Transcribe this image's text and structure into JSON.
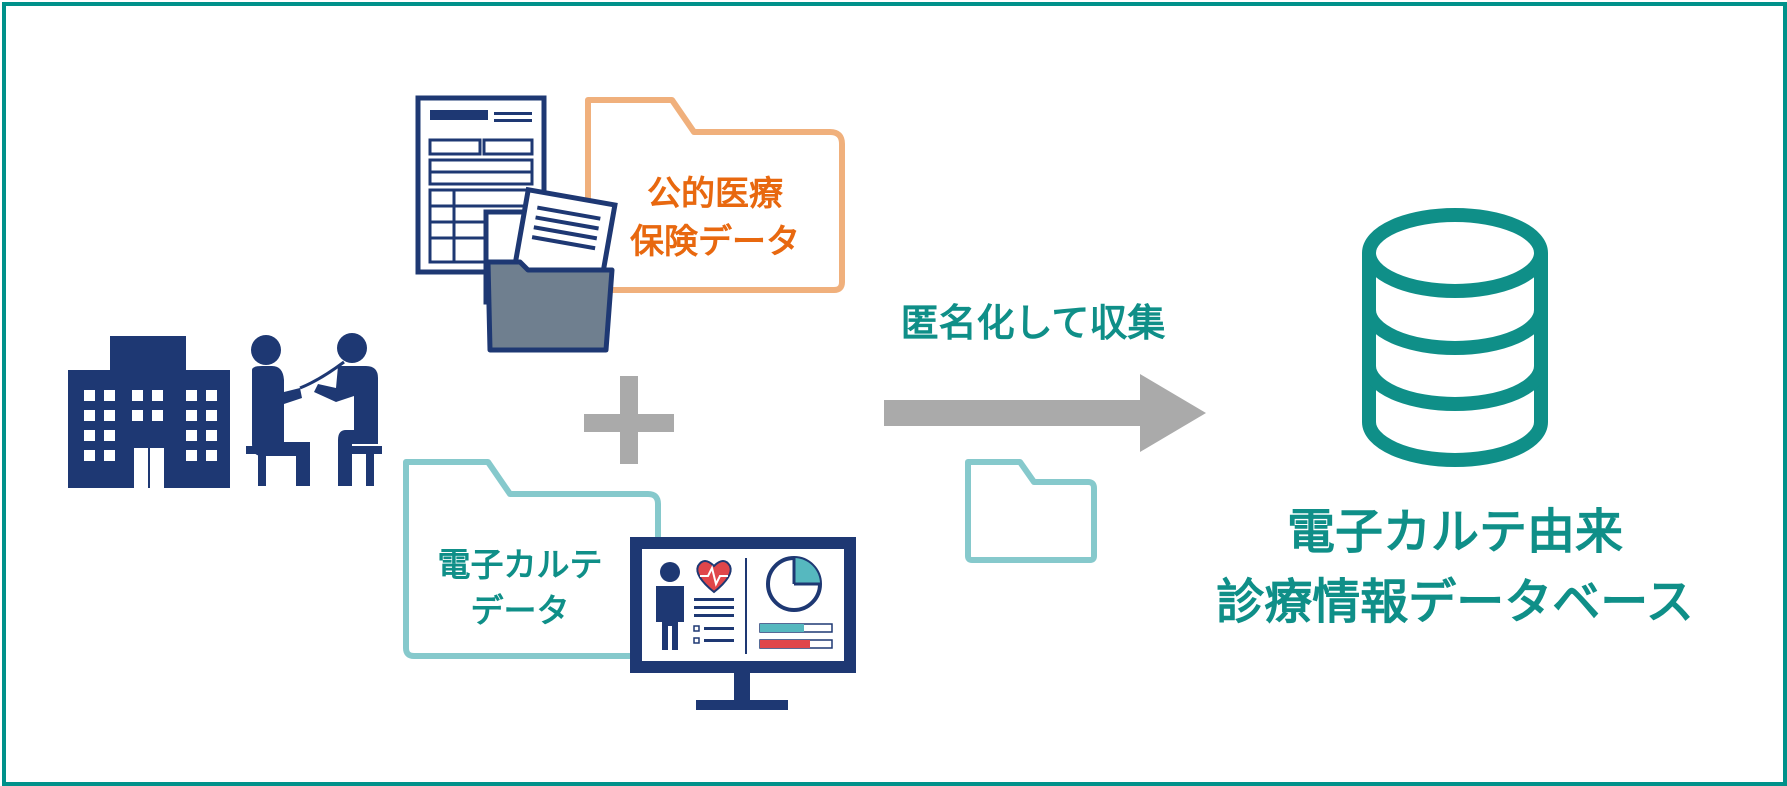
{
  "labels": {
    "insurance_line1": "公的医療",
    "insurance_line2": "保険データ",
    "ehr_line1": "電子カルテ",
    "ehr_line2": "データ",
    "anonymize": "匿名化して収集",
    "db_line1": "電子カルテ由来",
    "db_line2": "診療情報データベース"
  },
  "colors": {
    "frame": "#00918a",
    "navy": "#1e3873",
    "orange": "#f0b07c",
    "orange_text": "#e8680f",
    "light_teal": "#86c9cc",
    "teal_text": "#0f8f88",
    "gray": "#aaaaaa",
    "slate": "#6f7f8f",
    "heart_red": "#e0464a"
  },
  "icons": [
    "hospital-building-icon",
    "doctor-patient-icon",
    "document-form-icon",
    "file-folder-icon",
    "plus-icon",
    "monitor-chart-icon",
    "arrow-right-icon",
    "database-icon"
  ]
}
